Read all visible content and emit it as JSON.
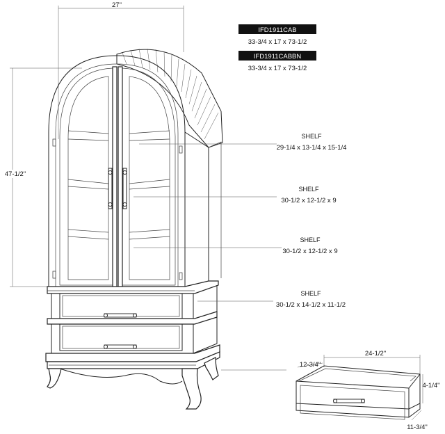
{
  "models": [
    {
      "code": "IFD1911CAB",
      "size": "33-3/4 x 17 x 73-1/2"
    },
    {
      "code": "IFD1911CABBN",
      "size": "33-3/4 x 17 x 73-1/2"
    }
  ],
  "dimensions": {
    "top_width": "27\"",
    "cabinet_height": "47-1/2\""
  },
  "shelves": [
    {
      "label": "SHELF",
      "size": "29-1/4 x 13-1/4 x 15-1/4"
    },
    {
      "label": "SHELF",
      "size": "30-1/2 x 12-1/2 x 9"
    },
    {
      "label": "SHELF",
      "size": "30-1/2 x 12-1/2 x 9"
    },
    {
      "label": "SHELF",
      "size": "30-1/2 x 14-1/2 x 11-1/2"
    }
  ],
  "drawer": {
    "width": "24-1/2\"",
    "depth": "12-3/4\"",
    "height": "4-1/4\"",
    "bottom_depth": "11-3/4\""
  }
}
